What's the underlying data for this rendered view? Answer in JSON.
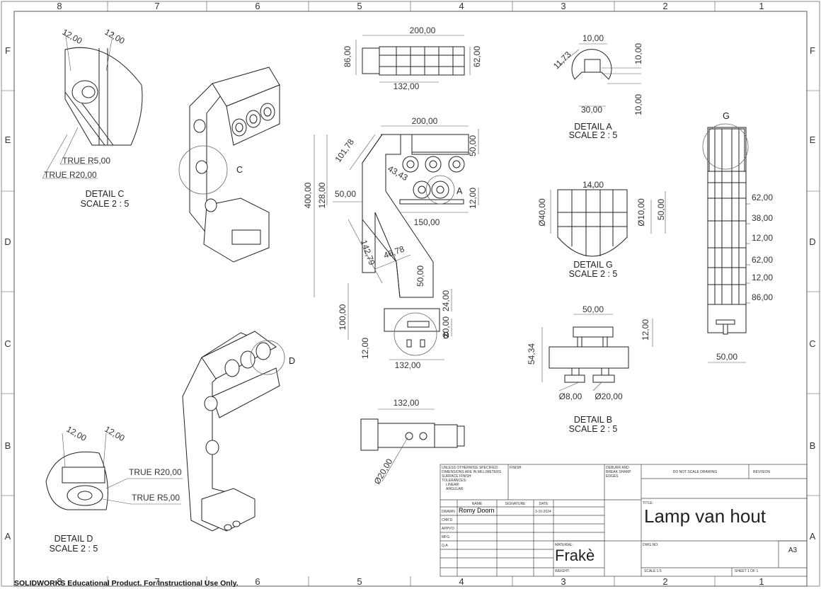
{
  "zones": {
    "columns": [
      "8",
      "7",
      "6",
      "5",
      "4",
      "3",
      "2",
      "1"
    ],
    "rows": [
      "F",
      "E",
      "D",
      "C",
      "B",
      "A"
    ]
  },
  "details": {
    "a": {
      "title": "DETAIL A",
      "scale": "SCALE 2 : 5"
    },
    "b": {
      "title": "DETAIL B",
      "scale": "SCALE 2 : 5"
    },
    "c": {
      "title": "DETAIL C",
      "scale": "SCALE 2 : 5"
    },
    "d": {
      "title": "DETAIL D",
      "scale": "SCALE 2 : 5"
    },
    "g": {
      "title": "DETAIL G",
      "scale": "SCALE 2 : 5"
    }
  },
  "callouts": {
    "a": "A",
    "b": "B",
    "c": "C",
    "d": "D",
    "g": "G"
  },
  "dimensions": {
    "detail_c": [
      "12,00",
      "12,00",
      "TRUE R5,00",
      "TRUE R20,00"
    ],
    "detail_d": [
      "12,00",
      "12,00",
      "TRUE R20,00",
      "TRUE R5,00"
    ],
    "top_view": [
      "200,00",
      "86,00",
      "62,00",
      "132,00"
    ],
    "front_view": [
      "200,00",
      "101,78",
      "43,43",
      "50,00",
      "400,00",
      "128,00",
      "50,00",
      "12,00",
      "150,00",
      "142,79",
      "46,78",
      "50,00",
      "24,00",
      "100,00",
      "12,00",
      "20,00",
      "132,00"
    ],
    "bottom_view": [
      "132,00",
      "Ø20,00"
    ],
    "detail_a": [
      "10,00",
      "11,73",
      "10,00",
      "30,00",
      "10,00"
    ],
    "detail_g": [
      "14,00",
      "Ø40,00",
      "Ø10,00",
      "50,00"
    ],
    "detail_b": [
      "50,00",
      "12,00",
      "54,34",
      "Ø8,00",
      "Ø20,00"
    ],
    "side_view": [
      "62,00",
      "38,00",
      "12,00",
      "62,00",
      "12,00",
      "86,00",
      "50,00"
    ]
  },
  "title_block": {
    "notes": [
      "UNLESS OTHERWISE SPECIFIED:",
      "DIMENSIONS ARE IN MILLIMETERS",
      "SURFACE FINISH:",
      "TOLERANCES:",
      "LINEAR:",
      "ANGULAR:"
    ],
    "finish_label": "FINISH:",
    "deburr": [
      "DEBURR AND",
      "BREAK SHARP",
      "EDGES"
    ],
    "do_not_scale": "DO NOT SCALE DRAWING",
    "revision_label": "REVISION",
    "headers": {
      "name": "NAME",
      "signature": "SIGNATURE",
      "date": "DATE"
    },
    "rows": [
      "DRAWN",
      "CHK'D",
      "APPV'D",
      "MFG",
      "Q.A"
    ],
    "drawn_name": "Romy Doorn",
    "drawn_date": "3-10-2024",
    "title_label": "TITLE:",
    "title": "Lamp van hout",
    "material_label": "MATERIAL:",
    "material": "Frakè",
    "dwg_label": "DWG NO.",
    "size": "A3",
    "weight_label": "WEIGHT:",
    "scale": "SCALE:1:5",
    "sheet": "SHEET 1 OF 1"
  },
  "footer": "SOLIDWORKS Educational Product. For Instructional Use Only."
}
